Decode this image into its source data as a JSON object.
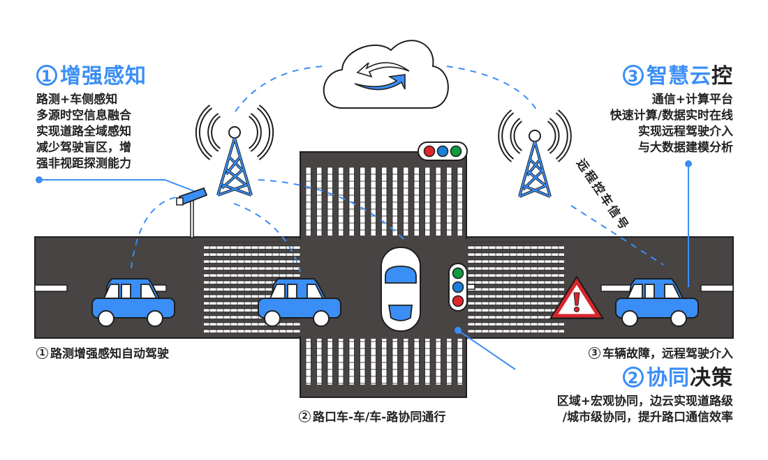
{
  "colors": {
    "accent_blue": "#3a8ef6",
    "road": "#474443",
    "outline": "#1e1e1e",
    "light_red": "#e0262a",
    "light_blue": "#1a7fd6",
    "light_green": "#0f9a3f",
    "warning_red": "#d8262b"
  },
  "sections": {
    "perception": {
      "number": "1",
      "title_blue": "增强感知",
      "title_dark": "",
      "lines": [
        "路测+车侧感知",
        "多源时空信息融合",
        "实现道路全域感知",
        "减少驾驶盲区，增",
        "强非视距探测能力"
      ]
    },
    "cloud_control": {
      "number": "3",
      "title_blue": "智慧云",
      "title_dark": "控",
      "lines": [
        "通信+计算平台",
        "快速计算/数据实时在线",
        "实现远程驾驶介入",
        "与大数据建模分析"
      ]
    },
    "collab_decision": {
      "number": "2",
      "title_blue": "协同",
      "title_dark": "决策",
      "lines": [
        "区域+宏观协同，边云实现道路级",
        "/城市级协同，提升路口通信效率"
      ]
    }
  },
  "captions": {
    "scenario_1": {
      "number": "1",
      "text": "路测增强感知自动驾驶"
    },
    "scenario_2": {
      "number": "2",
      "text": "路口车-车/车-路协同通行"
    },
    "scenario_3": {
      "number": "3",
      "text": "车辆故障，远程驾驶介入"
    }
  },
  "remote_signal_label": "远程控车信号",
  "icons": [
    "cloud-sync-icon",
    "signal-tower-icon",
    "roadside-camera-icon",
    "traffic-light-icon",
    "car-icon",
    "warning-triangle-icon"
  ]
}
